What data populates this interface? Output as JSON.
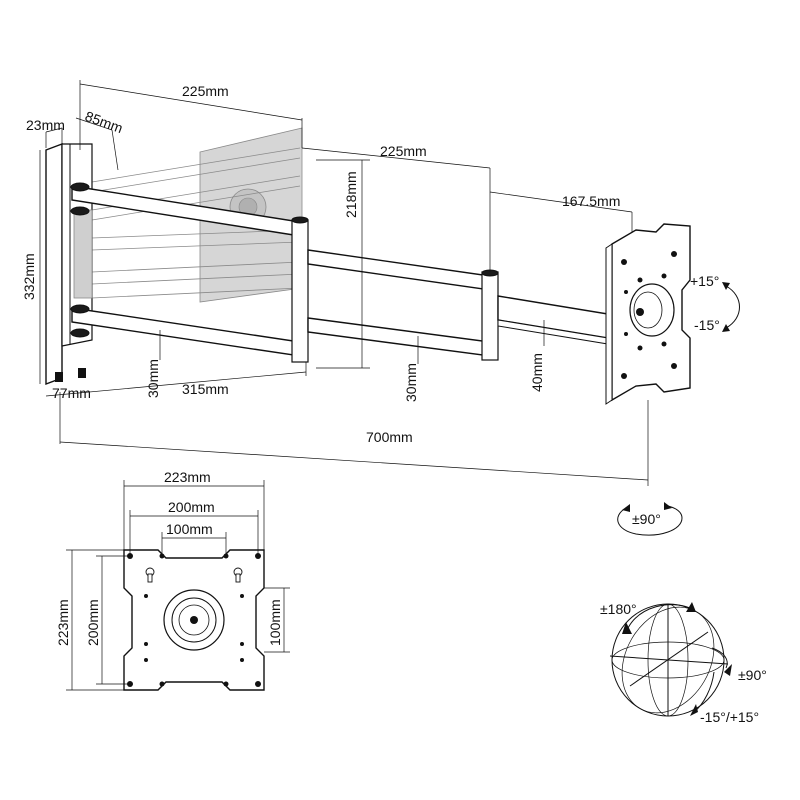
{
  "dimensions": {
    "arm1_length": "225mm",
    "wall_depth": "85mm",
    "wall_plate_width": "23mm",
    "arm2_length": "225mm",
    "arm_height": "218mm",
    "head_offset": "167.5mm",
    "wall_plate_height": "332mm",
    "min_depth": "77mm",
    "arm1_thickness": "30mm",
    "folded_depth": "315mm",
    "arm2_thickness": "30mm",
    "arm3_thickness": "40mm",
    "max_extension": "700mm",
    "plate_width": "223mm",
    "vesa_200_h": "200mm",
    "vesa_100_h": "100mm",
    "plate_height": "223mm",
    "vesa_200_v": "200mm",
    "vesa_100_v": "100mm"
  },
  "rotation": {
    "tilt_up": "+15°",
    "tilt_down": "-15°",
    "swivel": "±90°",
    "rotate": "±180°",
    "pan": "±90°",
    "tilt": "-15°/+15°"
  }
}
